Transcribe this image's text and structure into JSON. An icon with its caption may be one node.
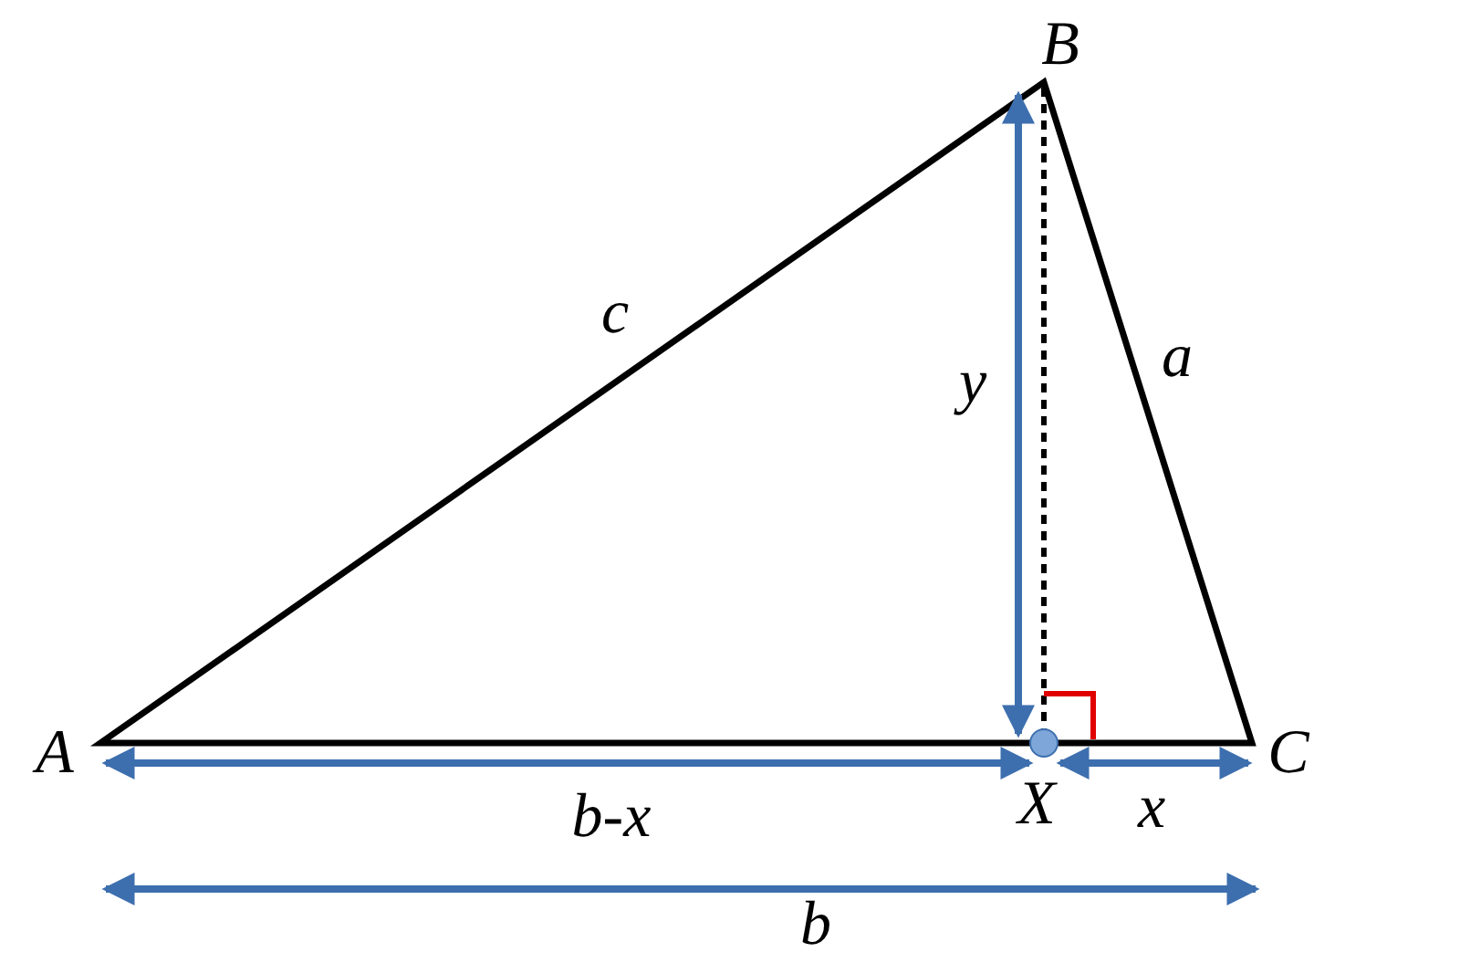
{
  "diagram": {
    "labels": [
      "B",
      "c",
      "y",
      "a",
      "A",
      "C",
      "X",
      "b-x",
      "x",
      "b"
    ]
  }
}
